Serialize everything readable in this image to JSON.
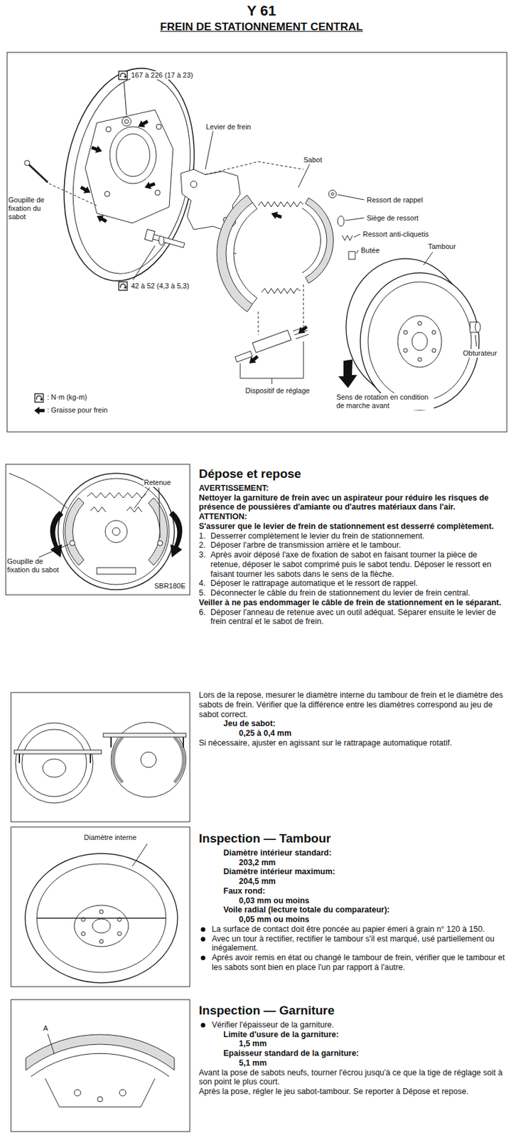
{
  "diagram": {
    "title": "FREIN DE STATIONNEMENT CENTRAL",
    "labels": [
      "Y 61",
      "167 à 226 (17 à 23)",
      "Levier de frein",
      "Sabot",
      "Ressort de rappel",
      "Siège de ressort",
      "Ressort anti-cliquetis",
      "Butée",
      "Tambour",
      "Goupille de fixation du sabot",
      "42 à 52 (4,3 à 5,3)",
      "Obturateur",
      "Dispositif de réglage",
      "Sens de rotation en condition de marche avant",
      "Retenue",
      "Goupille de fixation du sabot",
      "SBR180E",
      "Dépose et repose",
      "AVERTISSEMENT:",
      "Nettoyer la garniture de frein avec un aspirateur pour réduire les risques de présence de poussières d'amiante ou d'autres matériaux dans l'air.",
      "ATTENTION:",
      "S'assurer que le levier de frein de stationnement est desserré complètement.",
      "1.",
      "Desserrer complètement le levier du frein de stationnement.",
      "2.",
      "Déposer l'arbre de transmission arrière et le tambour.",
      "3.",
      "Après avoir déposé l'axe de fixation de sabot en faisant tourner la pièce de retenue, déposer le sabot comprimé puis le sabot tendu. Déposer le ressort en faisant tourner les sabots dans le sens de la flèche.",
      "4.",
      "Déposer le rattrapage automatique et le ressort de rappel.",
      "5.",
      "Déconnecter le câble du frein de stationnement du levier de frein central.",
      "Veiller à ne pas endommager le câble de frein de stationnement en le séparant.",
      "6.",
      "Déposer l'anneau de retenue avec un outil adéquat. Séparer ensuite le levier de frein central et le sabot de frein.",
      "Lors de la repose, mesurer le diamètre interne du tambour de frein et le diamètre des sabots de frein. Vérifier que la différence entre les diamètres correspond au jeu de sabot correct.",
      "Jeu de sabot:",
      "0,25 à 0,4 mm",
      "Si nécessaire, ajuster en agissant sur le rattrapage automatique rotatif.",
      "Diamètre interne",
      "Inspection — Tambour",
      "Diamètre intérieur standard:",
      "203,2 mm",
      "Diamètre intérieur maximum:",
      "204,5 mm",
      "Faux rond:",
      "0,03 mm ou moins",
      "Voile radial (lecture totale du comparateur):",
      "0,05 mm ou moins",
      "La surface de contact doit être poncée au papier émeri à grain n° 120 à 150.",
      "Avec un tour à rectifier, rectifier le tambour s'il est marqué, usé partiellement ou inégalement.",
      "Après avoir remis en état ou changé le tambour de frein, vérifier que le tambour et les sabots sont bien en place l'un par rapport à l'autre.",
      "A",
      "Inspection — Garniture",
      "Vérifier l'épaisseur de la garniture.",
      "Limite d'usure de la garniture:",
      "1,5 mm",
      "Epaisseur standard de la garniture:",
      "5,1 mm",
      "Avant la pose de sabots neufs, tourner l'écrou jusqu'à ce que la tige de réglage soit à son point le plus court.",
      "Après la pose, régler le jeu sabot-tambour. Se reporter à Dépose et repose."
    ],
    "legend": [
      {
        "text": ": N·m (kg-m)"
      },
      {
        "text": ": Graisse pour frein"
      }
    ]
  }
}
